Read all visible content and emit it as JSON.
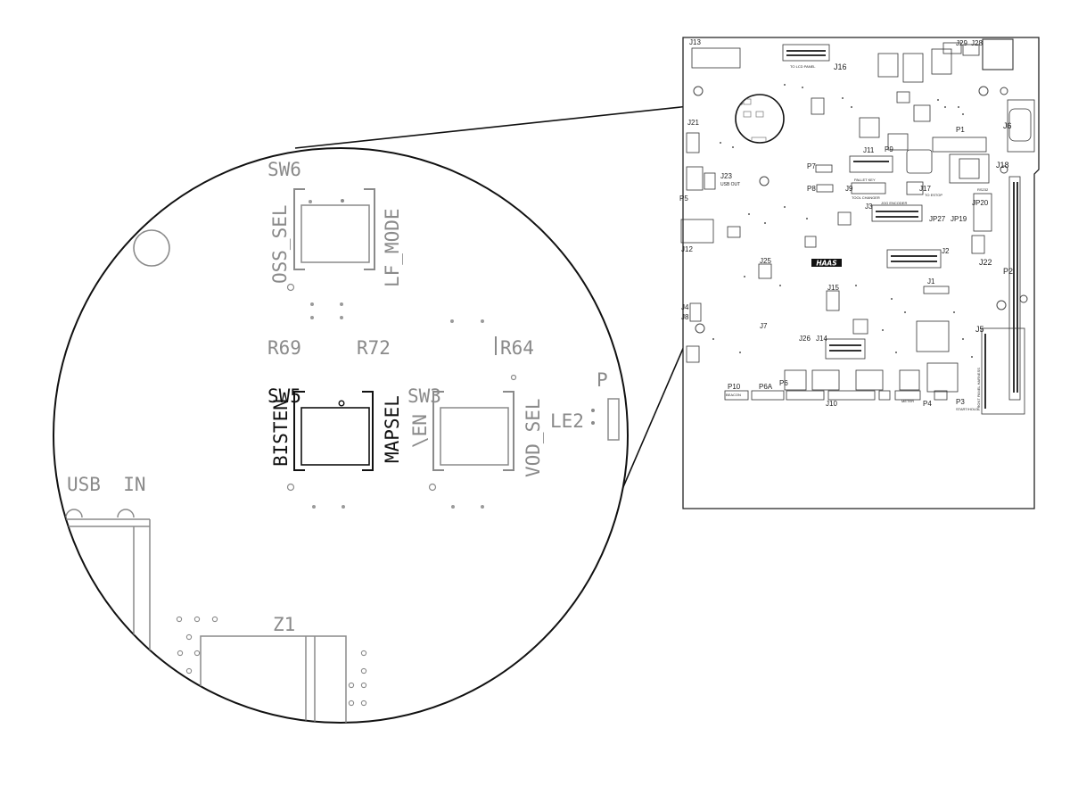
{
  "colors": {
    "ink": "#111111",
    "silk": "#8a8a8a",
    "faint": "#a8a8a8",
    "background": "#ffffff"
  },
  "zoom": {
    "sw6": "SW6",
    "oss_sel": "OSS_SEL",
    "lf_mode": "LF_MODE",
    "r69": "R69",
    "r72": "R72",
    "r64": "R64",
    "sw5": "SW5",
    "bisten": "BISTEN",
    "mapsel": "MAPSEL",
    "sw3": "SW3",
    "en": "\\EN",
    "vod_sel": "VOD_SEL",
    "le2": "LE2",
    "p": "P",
    "usb_in": "USB  IN",
    "z1": "Z1"
  },
  "board": {
    "j13": "J13",
    "j16": "J16",
    "j29": "J29",
    "j28": "J28",
    "j21": "J21",
    "j6": "J6",
    "j11": "J11",
    "p9": "P9",
    "j18": "J18",
    "p1": "P1",
    "p7": "P7",
    "p8": "P8",
    "j9": "J9",
    "j17": "J17",
    "j23": "J23",
    "usb_out": "USB OUT",
    "p5": "P5",
    "j3": "J3",
    "jp27": "JP27",
    "jp19": "JP19",
    "jp20": "JP20",
    "j2": "J2",
    "j22": "J22",
    "j12": "J12",
    "j25": "J25",
    "j1": "J1",
    "p2": "P2",
    "j15": "J15",
    "j4": "J4",
    "j8": "J8",
    "j7": "J7",
    "j26": "J26",
    "j14": "J14",
    "j5": "J5",
    "p10": "P10",
    "p6a": "P6A",
    "p6": "P6",
    "j10": "J10",
    "p4": "P4",
    "p3": "P3",
    "logo": "HAAS",
    "to_lcd_panel": "TO LCD PANEL",
    "pallet_key": "PALLET KEY",
    "tool_changer": "TOOL CHANGER",
    "jog_encoder": "JOG ENCODER",
    "front_panel_harness": "FRONT PANEL HARNESS",
    "start_hold": "START/HOLD",
    "beacon": "BEACON",
    "meter": "METER",
    "to_estop": "TO ESTOP",
    "rs232": "RS232"
  }
}
